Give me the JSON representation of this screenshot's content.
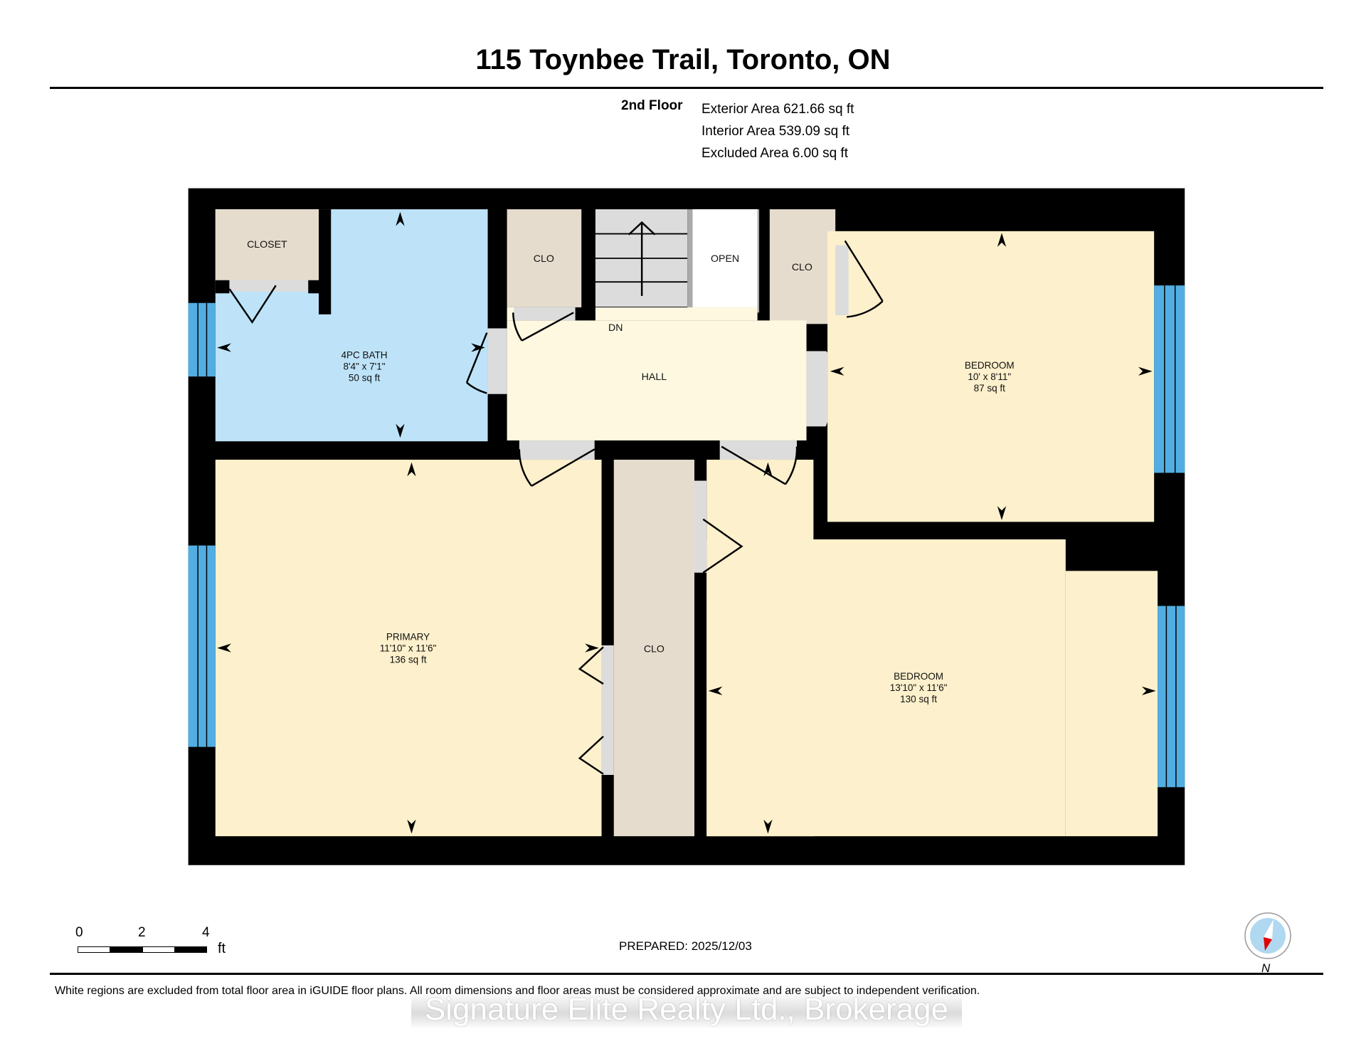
{
  "header": {
    "title": "115 Toynbee Trail, Toronto, ON"
  },
  "floor_summary": {
    "floor_label": "2nd Floor",
    "exterior_area": "Exterior Area 621.66 sq ft",
    "interior_area": "Interior Area 539.09 sq ft",
    "excluded_area": "Excluded Area 6.00 sq ft"
  },
  "colors": {
    "wall": "#000000",
    "bedroom_fill": "#fdf0cc",
    "hall_fill": "#fef8e1",
    "bath_fill": "#bee3f8",
    "closet_fill": "#e6dccd",
    "door_opening": "#dcdcdc",
    "window": "#52aee2",
    "open_area": "#ffffff",
    "compass_red": "#e00000",
    "compass_blue": "#b0d8f0"
  },
  "rooms": {
    "closet_bath": {
      "name": "CLOSET"
    },
    "bath": {
      "name": "4PC BATH",
      "dims": "8'4\" x 7'1\"",
      "area": "50 sq ft"
    },
    "clo_hall_left": {
      "name": "CLO"
    },
    "stairs": {
      "label": "DN"
    },
    "open": {
      "name": "OPEN"
    },
    "clo_hall_right": {
      "name": "CLO"
    },
    "hall": {
      "name": "HALL"
    },
    "bedroom_1": {
      "name": "BEDROOM",
      "dims": "10' x 8'11\"",
      "area": "87 sq ft"
    },
    "primary": {
      "name": "PRIMARY",
      "dims": "11'10\" x 11'6\"",
      "area": "136 sq ft"
    },
    "clo_center": {
      "name": "CLO"
    },
    "bedroom_2": {
      "name": "BEDROOM",
      "dims": "13'10\" x 11'6\"",
      "area": "130 sq ft"
    }
  },
  "scale_bar": {
    "ticks": [
      "0",
      "2",
      "4"
    ],
    "unit": "ft"
  },
  "footer": {
    "prepared": "PREPARED: 2025/12/03",
    "disclaimer": "White regions are excluded from total floor area in iGUIDE floor plans. All room dimensions and floor areas must be considered approximate and are subject to independent verification.",
    "watermark": "Signature Elite Realty Ltd., Brokerage",
    "compass_label": "N"
  }
}
